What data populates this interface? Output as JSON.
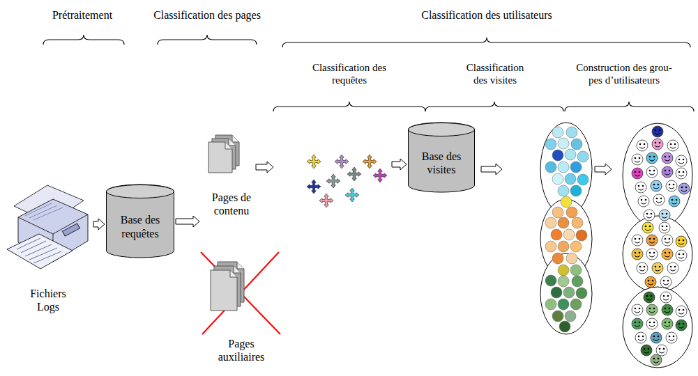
{
  "diagram": {
    "nodes": [
      {
        "text": [
          "Fichiers Logs"
        ]
      },
      {
        "text": [
          "Base des requêtes"
        ]
      },
      {
        "text": [
          "Pages de contenu"
        ]
      },
      {
        "text": [
          "Pages auxiliaires"
        ]
      },
      {
        "text": [
          "Base des visites"
        ]
      }
    ],
    "edges": [
      {
        "from": 0,
        "to": 1,
        "arrow": "to"
      },
      {
        "from": 1,
        "to": 2,
        "arrow": "to"
      }
    ],
    "labels": [
      "Prétraitement",
      "Classification des pages",
      "Classification des utilisateurs",
      "Classification des requêtes",
      "Classification des visites",
      "Construction des grou- pes d’utilisateurs"
    ]
  }
}
